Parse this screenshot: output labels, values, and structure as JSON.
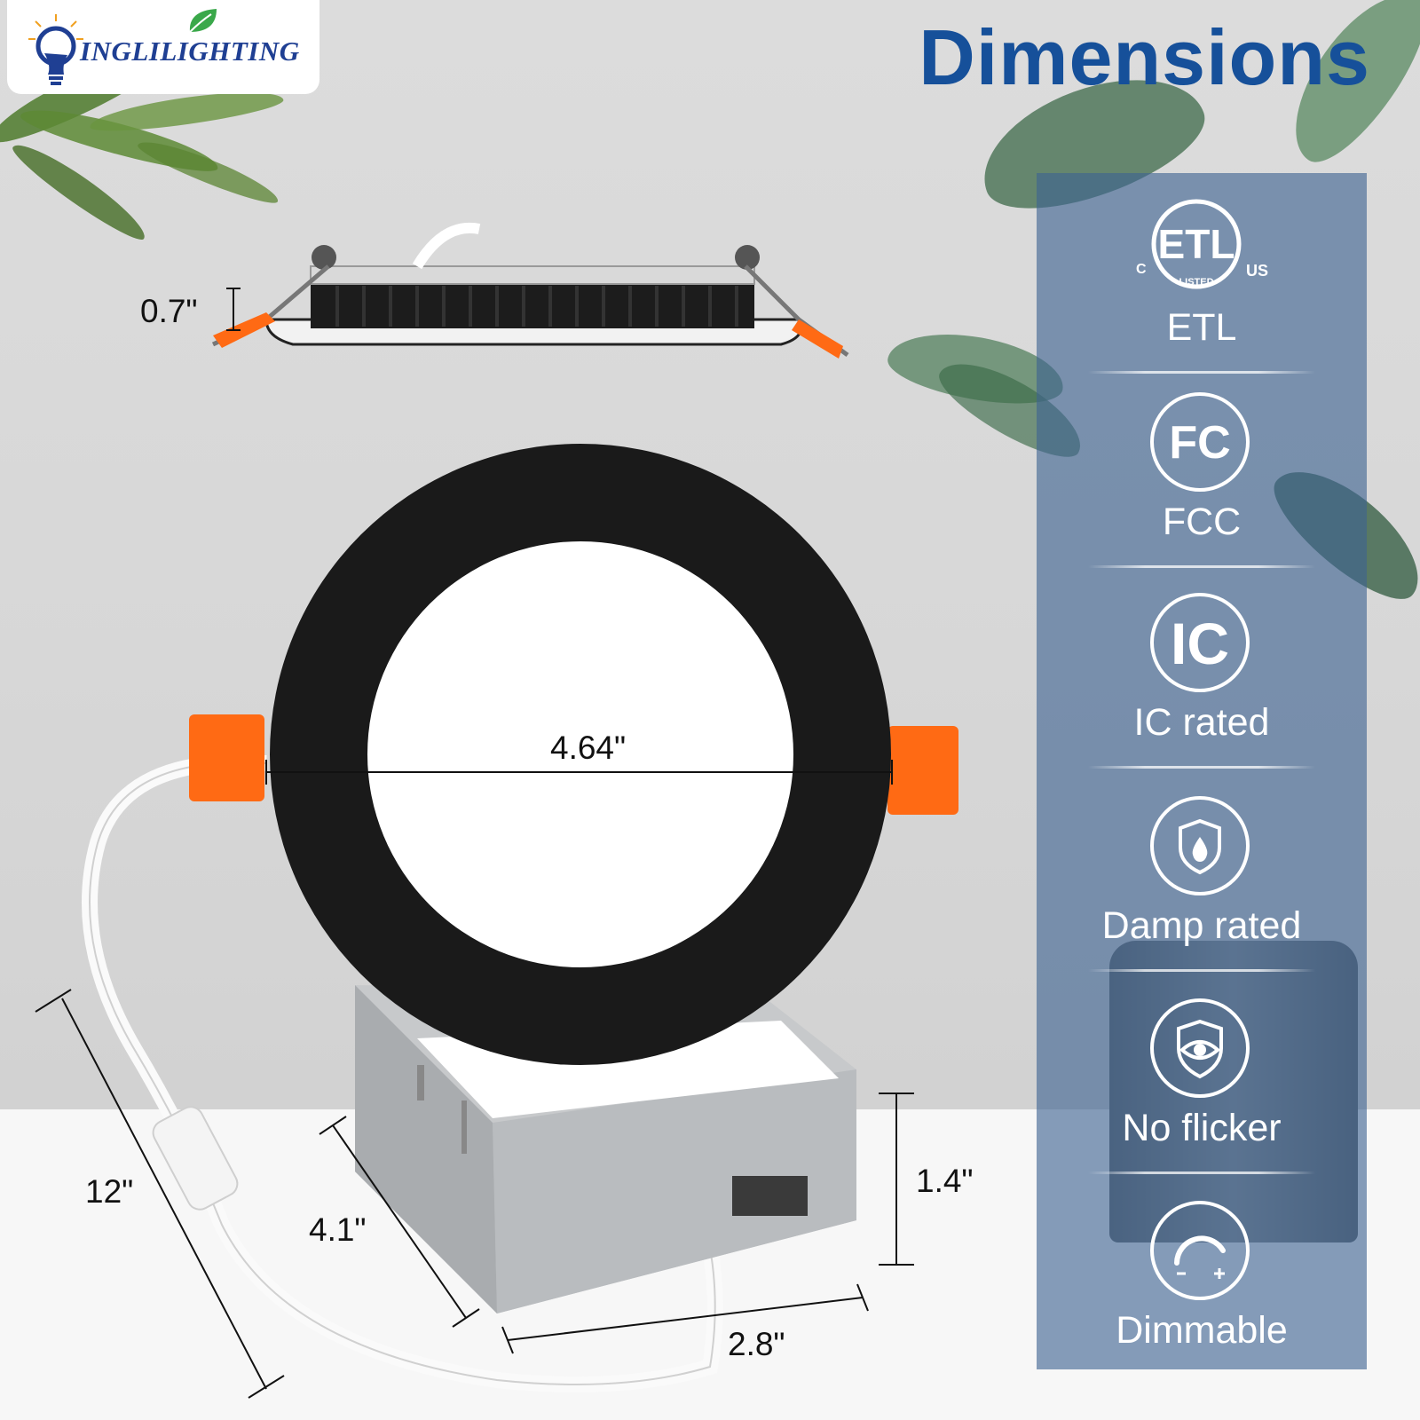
{
  "brand": {
    "name": "INGLILIGHTING",
    "primary_color": "#1f3f93"
  },
  "title": "Dimensions",
  "title_color": "#16509a",
  "panel_color": "#3d6291",
  "certifications": [
    {
      "icon": "etl-listed-icon",
      "label": "ETL",
      "mark_c": "C",
      "mark_us": "US"
    },
    {
      "icon": "fcc-icon",
      "label": "FCC"
    },
    {
      "icon": "ic-icon",
      "label": "IC rated"
    },
    {
      "icon": "water-drop-shield-icon",
      "label": "Damp rated"
    },
    {
      "icon": "eye-shield-icon",
      "label": "No flicker"
    },
    {
      "icon": "dimmer-dial-icon",
      "label": "Dimmable"
    }
  ],
  "dimensions": {
    "panel_thickness": "0.7\"",
    "panel_diameter": "4.64\"",
    "cable_length": "12\"",
    "box_length": "4.1\"",
    "box_width": "2.8\"",
    "box_height": "1.4\""
  },
  "accent_color": "#ff6a14"
}
